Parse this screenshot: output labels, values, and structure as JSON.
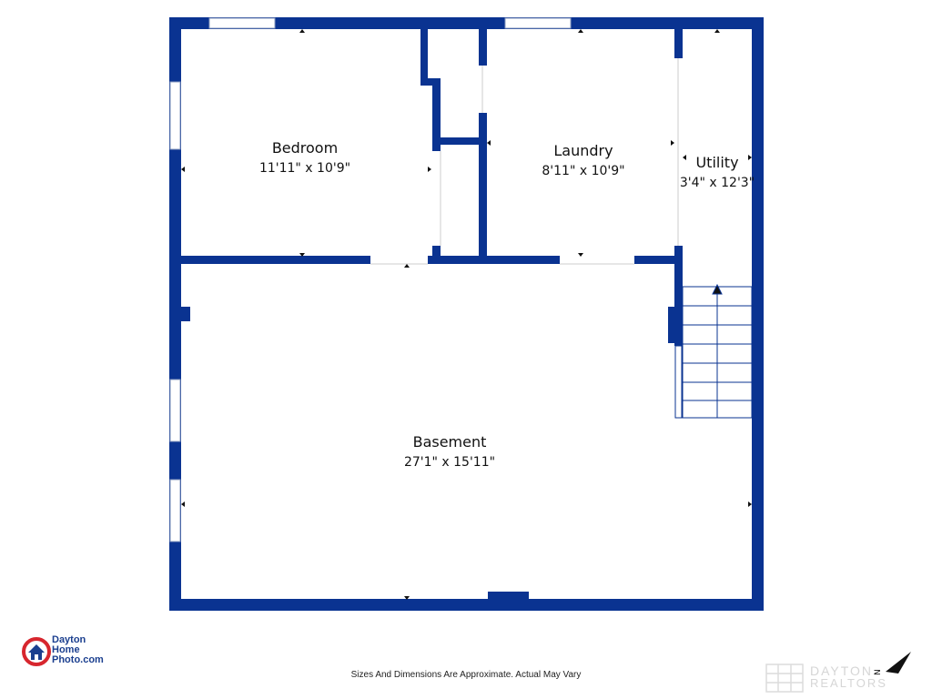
{
  "rooms": [
    {
      "name": "Bedroom",
      "size": "11'11\" x 10'9\""
    },
    {
      "name": "Laundry",
      "size": "8'11\" x 10'9\""
    },
    {
      "name": "Utility",
      "size": "3'4\" x 12'3\""
    },
    {
      "name": "Basement",
      "size": "27'1\" x 15'11\""
    }
  ],
  "disclaimer": "Sizes And Dimensions Are Approximate. Actual May Vary",
  "logo": {
    "line1": "Dayton",
    "line2": "Home",
    "line3": "Photo.com"
  },
  "realtor_watermark": {
    "line1": "DAYTON",
    "line2": "REALTORS"
  },
  "compass_label": "N",
  "colors": {
    "wall": "#0a3391",
    "window": "#ffffff",
    "stair_line": "#0a3391",
    "logo_red": "#d7262e",
    "logo_blue": "#1b3f8f"
  }
}
